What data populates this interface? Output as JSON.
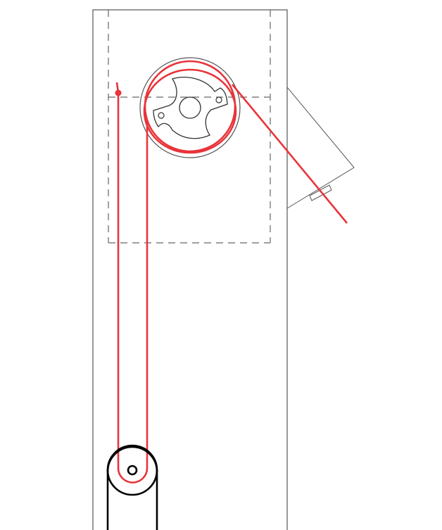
{
  "diagram": {
    "colors": {
      "outline": "#555555",
      "dashed": "#666666",
      "belt": "#e8343a",
      "lower_pulley": "#000000"
    },
    "components": [
      "housing",
      "guide-region",
      "upper-pulley",
      "cam",
      "tilted-bracket",
      "belt-loop",
      "lower-pulley"
    ]
  }
}
